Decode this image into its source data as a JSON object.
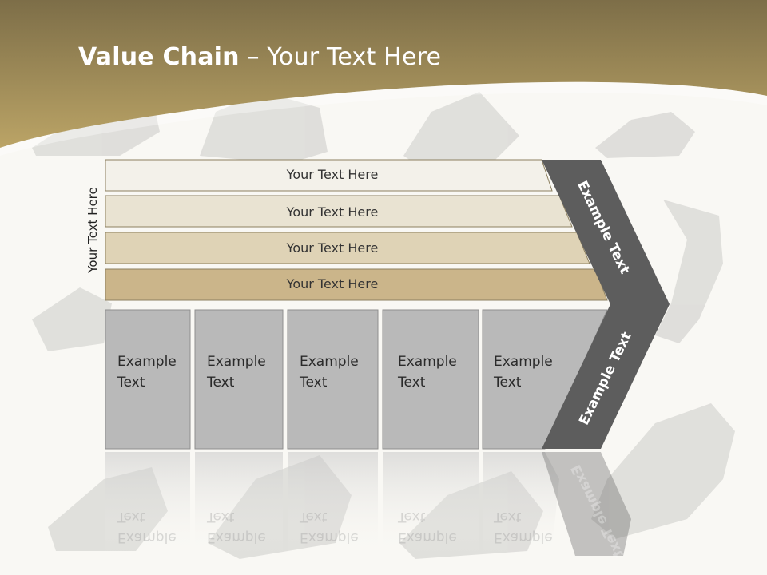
{
  "slide": {
    "title_bold": "Value Chain",
    "title_rest": " – Your Text Here",
    "side_label": "Your Text Here",
    "bars": [
      {
        "label": "Your Text Here",
        "color": "#f3f1ea"
      },
      {
        "label": "Your Text Here",
        "color": "#e9e3d2"
      },
      {
        "label": "Your Text Here",
        "color": "#dfd3b6"
      },
      {
        "label": "Your Text Here",
        "color": "#cbb58a"
      }
    ],
    "boxes": [
      {
        "label": "Example\nText"
      },
      {
        "label": "Example\nText"
      },
      {
        "label": "Example\nText"
      },
      {
        "label": "Example\nText"
      },
      {
        "label": "Example\nText"
      }
    ],
    "chevron": {
      "top_label": "Example Text",
      "bottom_label": "Example Text",
      "color": "#5d5d5d"
    }
  },
  "colors": {
    "header_gold": "#b9a26a",
    "header_dark": "#7d6e48",
    "box_gray": "#b9b9b9",
    "background": "#f9f8f4"
  }
}
